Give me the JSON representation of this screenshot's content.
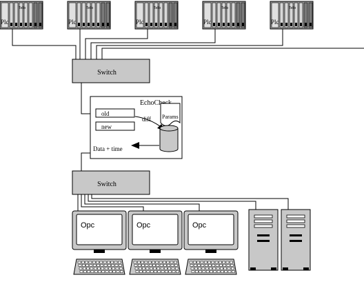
{
  "plcs": [
    {
      "label": "Plc",
      "badge": "Tello"
    },
    {
      "label": "Plc",
      "badge": "Tello"
    },
    {
      "label": "Plc",
      "badge": "Tello"
    },
    {
      "label": "Plc",
      "badge": "Tello"
    },
    {
      "label": "Plc",
      "badge": "Tello"
    }
  ],
  "switch_top": {
    "label": "Switch"
  },
  "switch_bottom": {
    "label": "Switch"
  },
  "echocheck": {
    "title": "EchoCheck",
    "old_label": "old",
    "new_label": "new",
    "diff_label": "diff",
    "params_label": "Params",
    "output_label": "Data + time"
  },
  "opc_stations": [
    {
      "label": "Opc"
    },
    {
      "label": "Opc"
    },
    {
      "label": "Opc"
    }
  ],
  "servers": [
    {},
    {}
  ],
  "colors": {
    "device_fill": "#c8c8c8",
    "plc_body": "#a0a0a0",
    "line": "#000000",
    "background": "#ffffff"
  }
}
